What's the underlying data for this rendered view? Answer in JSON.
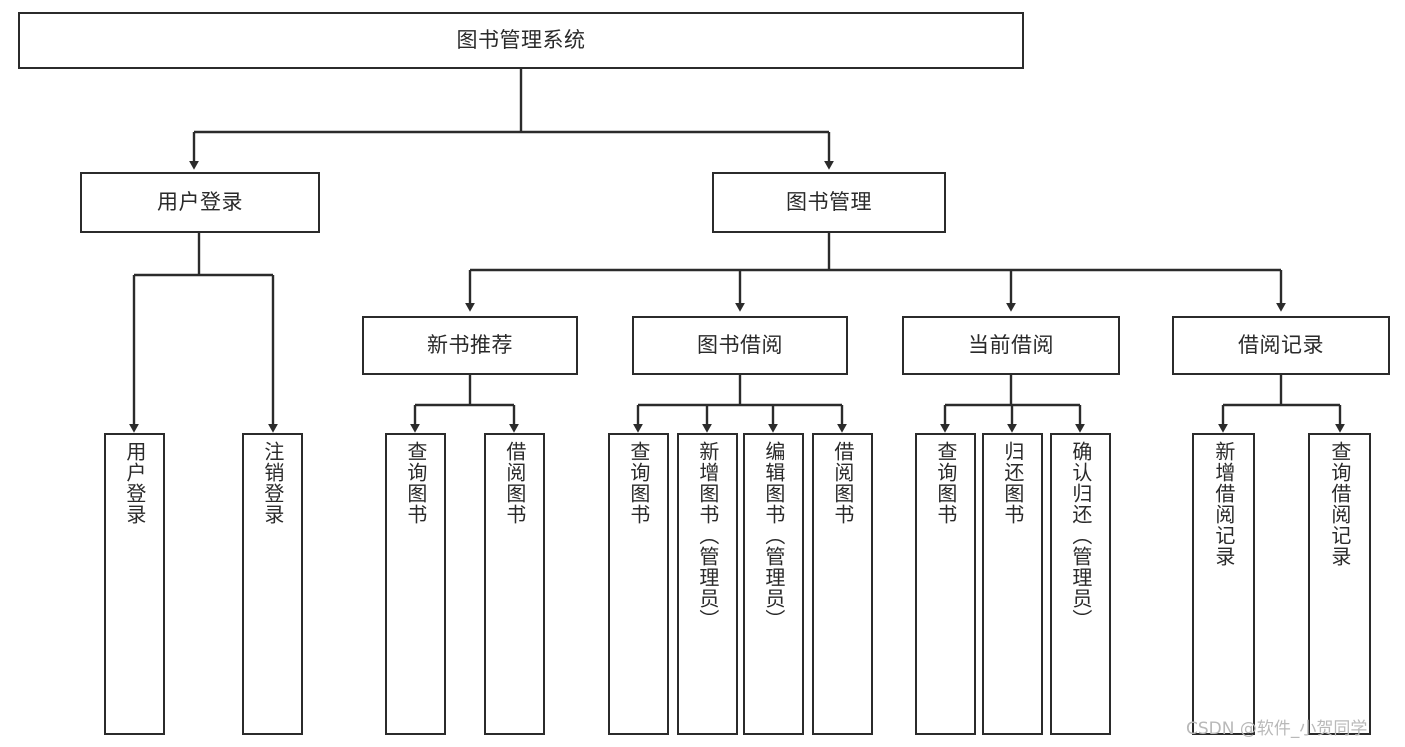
{
  "diagram": {
    "title": "图书管理系统",
    "type": "tree",
    "orientation": "top-down",
    "stroke_color": "#2b2b2b",
    "text_color": "#2a2a2a",
    "background_color": "#ffffff",
    "nodes": {
      "root": {
        "label": "图书管理系统"
      },
      "level1": [
        {
          "label": "用户登录"
        },
        {
          "label": "图书管理"
        }
      ],
      "level2": [
        {
          "label": "新书推荐"
        },
        {
          "label": "图书借阅"
        },
        {
          "label": "当前借阅"
        },
        {
          "label": "借阅记录"
        }
      ],
      "leaves": {
        "user_login": [
          {
            "label": "用户登录"
          },
          {
            "label": "注销登录"
          }
        ],
        "new_book_recommend": [
          {
            "label": "查询图书"
          },
          {
            "label": "借阅图书"
          }
        ],
        "book_borrow": [
          {
            "label": "查询图书"
          },
          {
            "label": "新增图书（管理员）"
          },
          {
            "label": "编辑图书（管理员）"
          },
          {
            "label": "借阅图书"
          }
        ],
        "current_borrow": [
          {
            "label": "查询图书"
          },
          {
            "label": "归还图书"
          },
          {
            "label": "确认归还（管理员）"
          }
        ],
        "borrow_record": [
          {
            "label": "新增借阅记录"
          },
          {
            "label": "查询借阅记录"
          }
        ]
      }
    }
  },
  "watermark": {
    "text": "CSDN @软件_小贺同学"
  }
}
